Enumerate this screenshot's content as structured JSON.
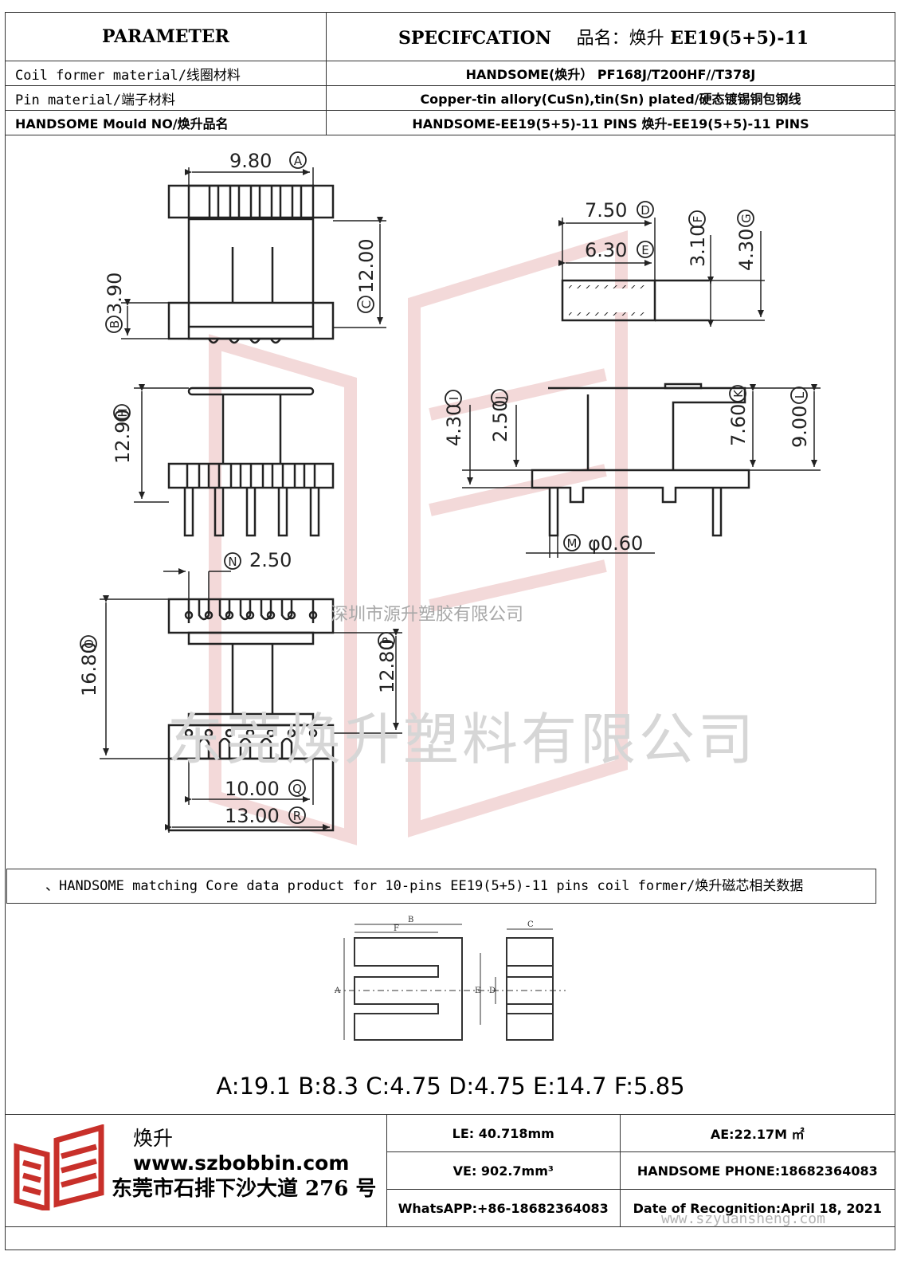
{
  "header": {
    "parameter": "PARAMETER",
    "specification": "SPECIFCATION",
    "product_name_label": "品名：焕升",
    "model": "EE19(5+5)-11"
  },
  "rows": [
    {
      "label": "Coil former material/线圈材料",
      "value": "HANDSOME(焕升）  PF168J/T200HF//T378J"
    },
    {
      "label": "Pin material/端子材料",
      "value": "Copper-tin allory(CuSn),tin(Sn) plated/硬态镀锡铜包钢线"
    },
    {
      "label": "HANDSOME Mould NO/焕升品名",
      "value": "HANDSOME-EE19(5+5)-11 PINS    焕升-EE19(5+5)-11 PINS"
    }
  ],
  "drawing": {
    "dims": {
      "A": "9.80",
      "B": "3.90",
      "C": "12.00",
      "D": "7.50",
      "E": "6.30",
      "F": "3.10",
      "G": "4.30",
      "H": "12.90",
      "I": "4.30",
      "J": "2.50",
      "K": "7.60",
      "L": "9.00",
      "M": "φ0.60",
      "N": "2.50",
      "O": "16.80",
      "P": "12.80",
      "Q": "10.00",
      "R": "13.00"
    },
    "letters": {
      "A": "A",
      "B": "B",
      "C": "C",
      "D": "D",
      "E": "E",
      "F": "F",
      "G": "G",
      "H": "H",
      "I": "I",
      "J": "J",
      "K": "K",
      "L": "L",
      "M": "M",
      "N": "N",
      "O": "O",
      "P": "P",
      "Q": "Q",
      "R": "R"
    },
    "watermark_small": "深圳市源升塑胶有限公司",
    "watermark_large": "东莞焕升塑料有限公司"
  },
  "core": {
    "title": "、HANDSOME matching Core data  product for 10-pins EE19(5+5)-11 pins coil former/焕升磁芯相关数据",
    "labels": {
      "A": "A",
      "B": "B",
      "C": "C",
      "D": "D",
      "E": "E",
      "F": "F"
    },
    "dims_text": "A:19.1 B:8.3 C:4.75 D:4.75 E:14.7 F:5.85"
  },
  "footer": {
    "brand_zh": "焕升",
    "website": "www.szbobbin.com",
    "address": "东莞市石排下沙大道 276 号",
    "le": "LE: 40.718mm",
    "ae": "AE:22.17M ㎡",
    "ve": "VE: 902.7mm³",
    "phone": "HANDSOME PHONE:18682364083",
    "whatsapp": "WhatsAPP:+86-18682364083",
    "date": "Date of Recognition:April 18, 2021",
    "watermark_url": "www.szyuansheng.com"
  },
  "colors": {
    "line": "#222222",
    "logo_red": "#c8302a",
    "watermark": "#e8b4b4"
  }
}
